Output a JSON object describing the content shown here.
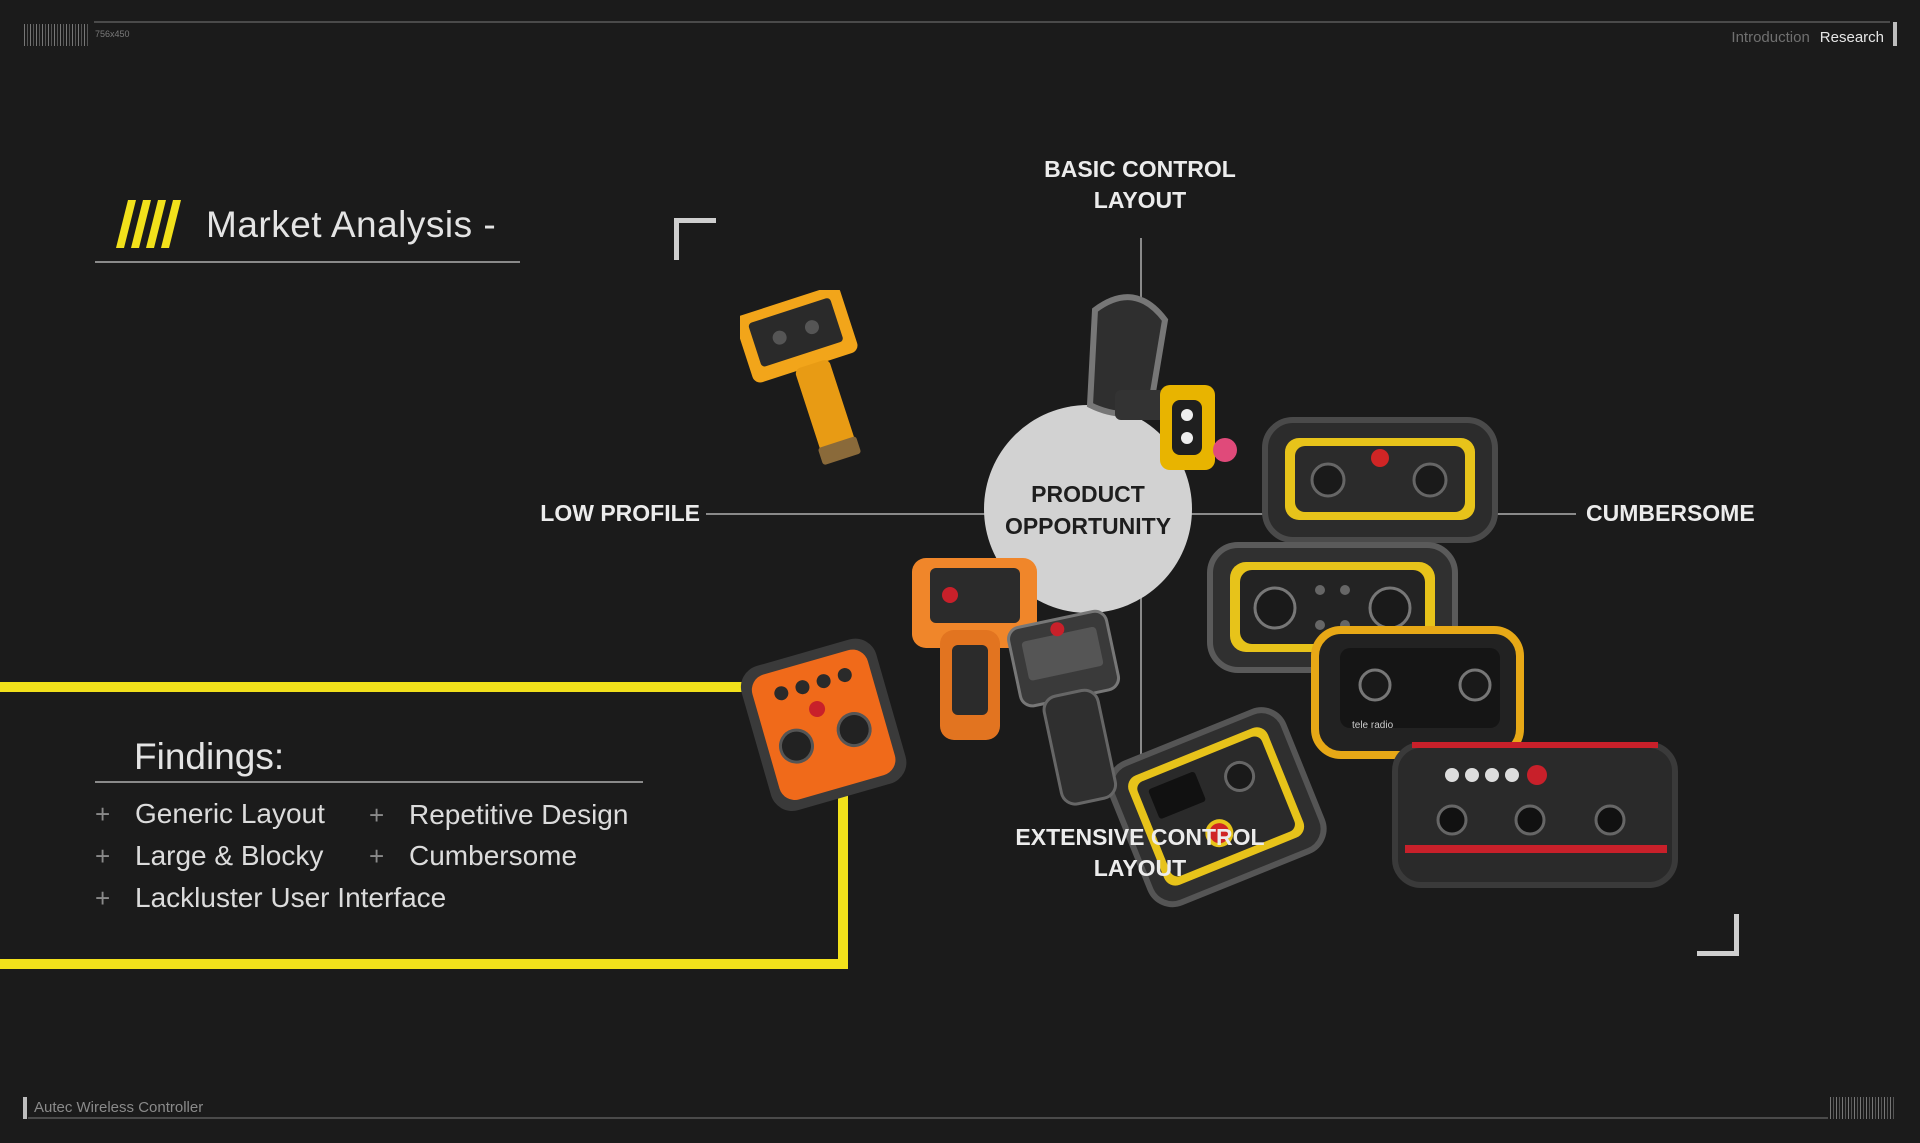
{
  "header": {
    "size_label": "756x450",
    "nav": [
      {
        "label": "Introduction",
        "active": false
      },
      {
        "label": "Research",
        "active": true
      }
    ]
  },
  "title": "Market Analysis -",
  "findings": {
    "title": "Findings:",
    "items": [
      "Generic Layout",
      "Repetitive Design",
      "Large & Blocky",
      "Cumbersome",
      "Lackluster User Interface"
    ],
    "bullet": "+"
  },
  "positioning_map": {
    "top_label": "BASIC CONTROL LAYOUT",
    "top_label_lines": [
      "BASIC CONTROL",
      "LAYOUT"
    ],
    "bottom_label_lines": [
      "EXTENSIVE CONTROL",
      "LAYOUT"
    ],
    "left_label": "LOW PROFILE",
    "right_label": "CUMBERSOME",
    "center_lines": [
      "PRODUCT",
      "OPPORTUNITY"
    ]
  },
  "product_images": [
    {
      "name": "yellow-handheld-pendant",
      "color": "#f2a51a"
    },
    {
      "name": "yellow-black-joystick-grip",
      "color": "#e8b400"
    },
    {
      "name": "orange-pistol-remote",
      "color": "#f0862a"
    },
    {
      "name": "dark-pistol-remote",
      "color": "#3a3a3a"
    },
    {
      "name": "orange-dual-joystick-remote",
      "color": "#f06a1a"
    },
    {
      "name": "yellow-dual-joystick-remote",
      "color": "#e7c31a"
    },
    {
      "name": "yellow-dual-joystick-remote-2",
      "color": "#e7c31a"
    },
    {
      "name": "tele-radio-remote",
      "color": "#e7a816"
    },
    {
      "name": "yellow-single-joystick-remote",
      "color": "#e7c31a"
    },
    {
      "name": "red-three-joystick-remote",
      "color": "#c8202a"
    }
  ],
  "product_brand_text": "tele radio",
  "footer": {
    "text": "Autec Wireless Controller"
  },
  "colors": {
    "accent": "#f2e11b",
    "background": "#1b1b1b",
    "circle": "#d2d2d2"
  }
}
